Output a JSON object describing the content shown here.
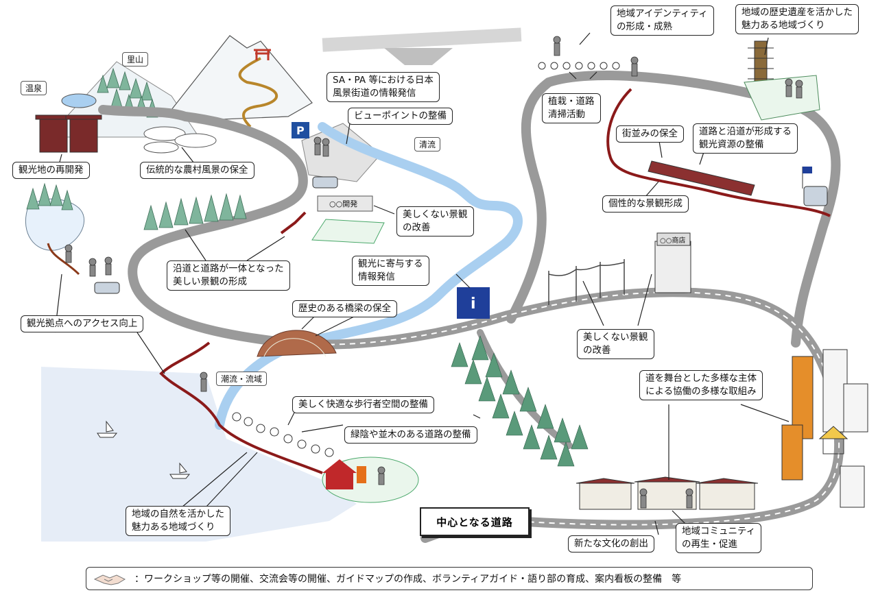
{
  "footer": {
    "text": "：ワークショップ等の開催、交流会等の開催、ガイドマップの作成、ボランティアガイド・語り部の育成、案内看板の整備　等"
  },
  "main_road_label": "中心となる道路",
  "signs": {
    "onsen": "温泉",
    "satoyama": "里山",
    "seiryu": "清流",
    "choryu": "潮流・流域"
  },
  "billboard": "○○開発",
  "shop_sign": "○○商店",
  "callouts": {
    "redevelop": "観光地の再開発",
    "rural": "伝統的な農村風景の保全",
    "sapa": "SA・PA 等における日本\n風景街道の情報発信",
    "viewpoint": "ビューポイントの整備",
    "identity": "地域アイデンティティ\nの形成・成熟",
    "heritage": "地域の歴史遺産を活かした\n魅力ある地域づくり",
    "planting": "植栽・道路\n清掃活動",
    "townscape": "街並みの保全",
    "resources": "道路と沿道が形成する\n観光資源の整備",
    "unique": "個性的な景観形成",
    "ugly1": "美しくない景観\nの改善",
    "info": "観光に寄与する\n情報発信",
    "roadside": "沿道と道路が一体となった\n美しい景観の形成",
    "bridge": "歴史のある橋梁の保全",
    "access": "観光拠点へのアクセス向上",
    "ugly2": "美しくない景観\nの改善",
    "collab": "道を舞台とした多様な主体\nによる協働の多様な取組み",
    "pedestrian": "美しく快適な歩行者空間の整備",
    "green": "緑陰や並木のある道路の整備",
    "nature": "地域の自然を活かした\n魅力ある地域づくり",
    "culture": "新たな文化の創出",
    "community": "地域コミュニティ\nの再生・促進"
  },
  "colors": {
    "road": "#9a9a9a",
    "road_dark": "#7a7a7a",
    "river": "#a9cff0",
    "red_road": "#8b1a1a",
    "tree": "#5a9a7a",
    "sea": "#dfe8f5",
    "bridge": "#b06a4a",
    "field": "#7bbf8a"
  },
  "icons": [
    "handshake-icon",
    "parking-icon",
    "info-icon",
    "torii-icon",
    "flag-icon",
    "pagoda-icon",
    "boat-icon",
    "car-icon",
    "person-icon",
    "flower-icon",
    "onsen-icon",
    "shop-building-icon",
    "pavilion-icon"
  ]
}
